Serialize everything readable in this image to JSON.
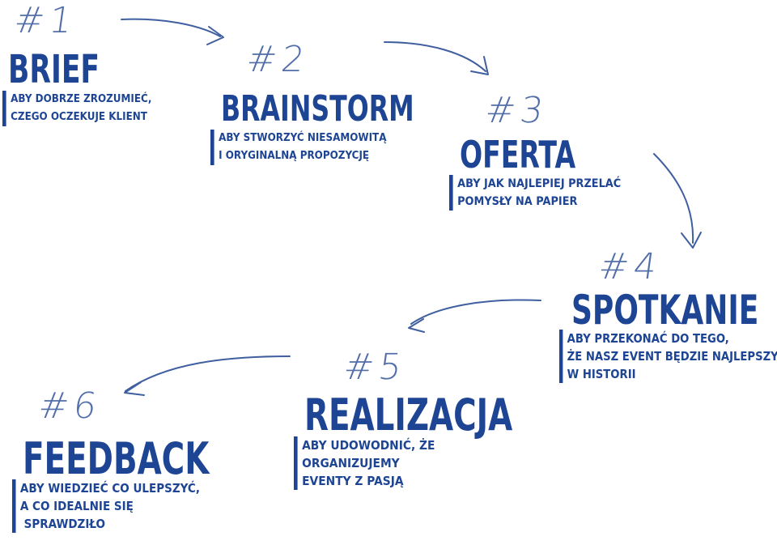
{
  "steps": [
    {
      "number": "#1",
      "title": "BRIEF",
      "lines": [
        "ABY DOBRZE ZROZUMIEĆ,",
        "CZEGO OCZEKUJE KLIENT"
      ]
    },
    {
      "number": "#2",
      "title": "BRAINSTORM",
      "lines": [
        "ABY STWORZYĆ NIESAMOWITĄ",
        "I ORYGINALNĄ PROPOZYCJĘ"
      ]
    },
    {
      "number": "#3",
      "title": "OFERTA",
      "lines": [
        "ABY JAK NAJLEPIEJ PRZELAĆ",
        "POMYSŁY NA PAPIER"
      ]
    },
    {
      "number": "#4",
      "title": "SPOTKANIE",
      "lines": [
        "ABY PRZEKONAĆ DO TEGO,",
        "ŻE NASZ EVENT BĘDZIE NAJLEPSZY",
        "W HISTORII"
      ]
    },
    {
      "number": "#5",
      "title": "REALIZACJA",
      "lines": [
        "ABY UDOWODNIĆ, ŻE",
        "ORGANIZUJEMY",
        "EVENTY Z PASJĄ"
      ]
    },
    {
      "number": "#6",
      "title": "FEEDBACK",
      "lines": [
        "ABY WIEDZIEĆ CO ULEPSZYĆ,",
        "A CO IDEALNIE SIĘ",
        " SPRAWDZIŁO"
      ]
    }
  ],
  "colors": {
    "text": "#1e4594",
    "arrow": "#3f5fa0"
  }
}
